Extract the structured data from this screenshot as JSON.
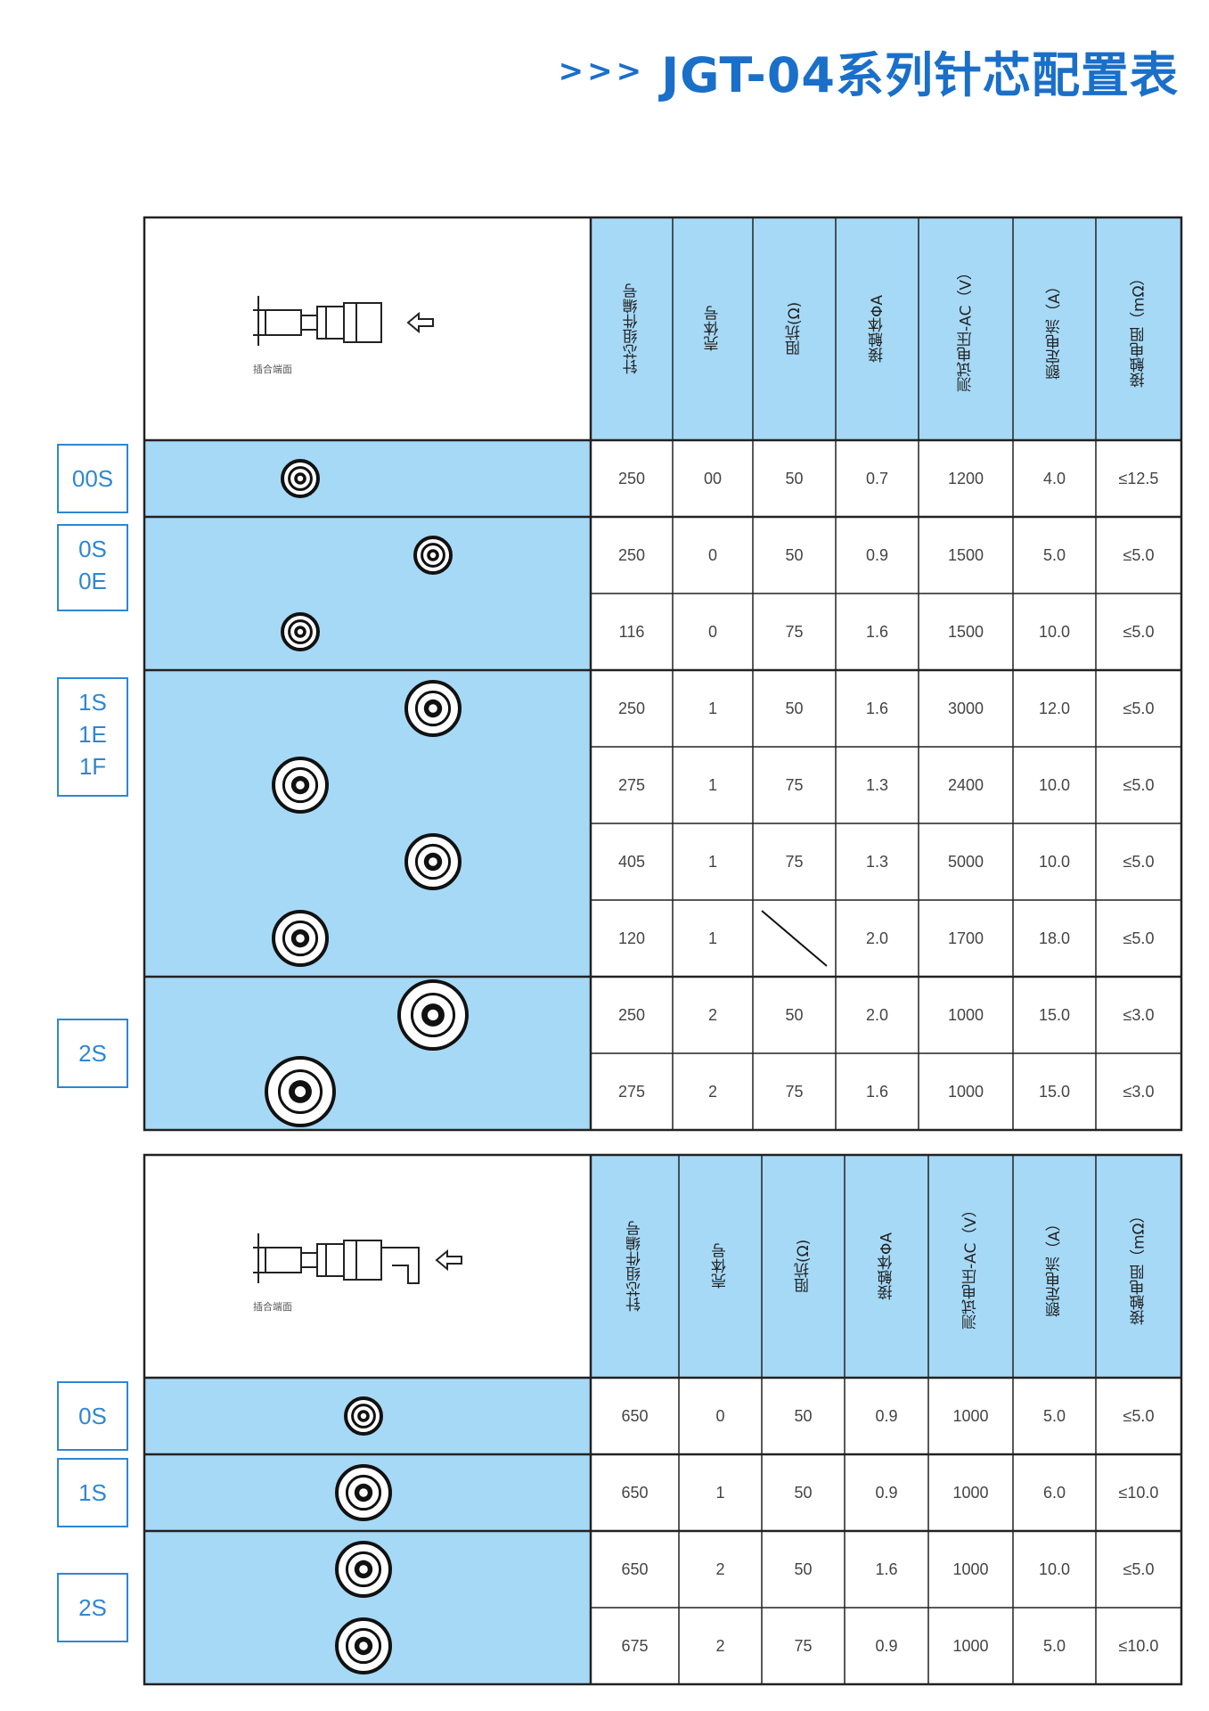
{
  "title": {
    "arrows": ">>>",
    "text": "JGT-04系列针芯配置表"
  },
  "colors": {
    "accent": "#2e86d4",
    "cell_blue": "#a6d9f6",
    "border": "#222222"
  },
  "headers": [
    "针芯组件编号",
    "壳体号",
    "阻抗(Ω)",
    "接触体ΦA",
    "测试电压-AC（V）",
    "额定电流（A）",
    "接触电阻（mΩ）"
  ],
  "table1": {
    "caption": "插合端面",
    "groups": [
      {
        "label": [
          "00S"
        ],
        "rows": [
          [
            "250",
            "00",
            "50",
            "0.7",
            "1200",
            "4.0",
            "≤12.5"
          ]
        ]
      },
      {
        "label": [
          "0S",
          "0E"
        ],
        "rows": [
          [
            "250",
            "0",
            "50",
            "0.9",
            "1500",
            "5.0",
            "≤5.0"
          ],
          [
            "116",
            "0",
            "75",
            "1.6",
            "1500",
            "10.0",
            "≤5.0"
          ]
        ]
      },
      {
        "label": [
          "1S",
          "1E",
          "1F"
        ],
        "rows": [
          [
            "250",
            "1",
            "50",
            "1.6",
            "3000",
            "12.0",
            "≤5.0"
          ],
          [
            "275",
            "1",
            "75",
            "1.3",
            "2400",
            "10.0",
            "≤5.0"
          ],
          [
            "405",
            "1",
            "75",
            "1.3",
            "5000",
            "10.0",
            "≤5.0"
          ],
          [
            "120",
            "1",
            "",
            "2.0",
            "1700",
            "18.0",
            "≤5.0"
          ]
        ]
      },
      {
        "label": [
          "2S"
        ],
        "rows": [
          [
            "250",
            "2",
            "50",
            "2.0",
            "1000",
            "15.0",
            "≤3.0"
          ],
          [
            "275",
            "2",
            "75",
            "1.6",
            "1000",
            "15.0",
            "≤3.0"
          ]
        ]
      }
    ]
  },
  "table2": {
    "caption": "插合端面",
    "groups": [
      {
        "label": [
          "0S"
        ],
        "rows": [
          [
            "650",
            "0",
            "50",
            "0.9",
            "1000",
            "5.0",
            "≤5.0"
          ]
        ]
      },
      {
        "label": [
          "1S"
        ],
        "rows": [
          [
            "650",
            "1",
            "50",
            "0.9",
            "1000",
            "6.0",
            "≤10.0"
          ]
        ]
      },
      {
        "label": [
          "2S"
        ],
        "rows": [
          [
            "650",
            "2",
            "50",
            "1.6",
            "1000",
            "10.0",
            "≤5.0"
          ],
          [
            "675",
            "2",
            "75",
            "0.9",
            "1000",
            "5.0",
            "≤10.0"
          ]
        ]
      }
    ]
  }
}
